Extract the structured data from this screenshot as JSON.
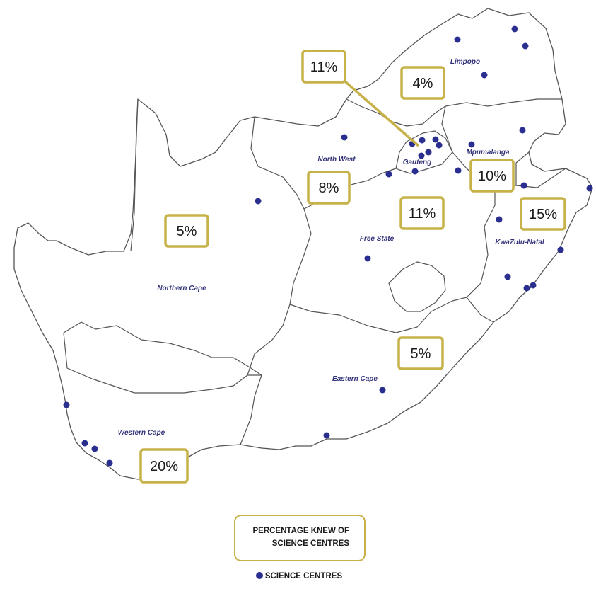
{
  "provinces": [
    {
      "name": "Limpopo",
      "pct": "4%"
    },
    {
      "name": "North West",
      "pct": "8%"
    },
    {
      "name": "Gauteng",
      "pct": "11%"
    },
    {
      "name": "Mpumalanga",
      "pct": "10%"
    },
    {
      "name": "Free State",
      "pct": "11%"
    },
    {
      "name": "KwaZulu-Natal",
      "pct": "15%"
    },
    {
      "name": "Northern Cape",
      "pct": "5%"
    },
    {
      "name": "Eastern Cape",
      "pct": "5%"
    },
    {
      "name": "Western Cape",
      "pct": "20%"
    }
  ],
  "legend": {
    "percentage_label": "PERCENTAGE KNEW OF\nSCIENCE CENTRES",
    "dot_label": "SCIENCE CENTRES"
  },
  "colors": {
    "box_border": "#c7b24a",
    "dot": "#2a2f8f",
    "label": "#33337a",
    "border_line": "#555555"
  }
}
